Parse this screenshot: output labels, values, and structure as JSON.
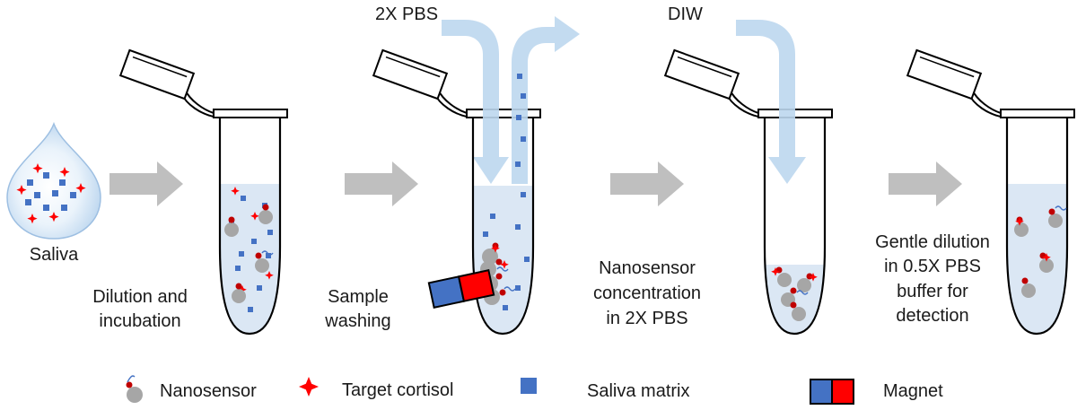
{
  "labels": {
    "saliva": "Saliva",
    "step1_line1": "Dilution and",
    "step1_line2": "incubation",
    "step2_line1": "Sample",
    "step2_line2": "washing",
    "step3_line1": "Nanosensor",
    "step3_line2": "concentration",
    "step3_line3": "in 2X PBS",
    "step4_line1": "Gentle dilution",
    "step4_line2": "in 0.5X PBS",
    "step4_line3": "buffer for",
    "step4_line4": "detection",
    "pbs_inlet": "2X PBS",
    "diw_inlet": "DIW"
  },
  "legend": {
    "nanosensor": "Nanosensor",
    "cortisol": "Target cortisol",
    "matrix": "Saliva matrix",
    "magnet": "Magnet"
  },
  "colors": {
    "liquid": "#dbe7f4",
    "flow_arrow": "#bdd7ee",
    "step_arrow": "#bfbfbf",
    "matrix": "#4472c4",
    "cortisol": "#ff0000",
    "particle": "#a6a6a6",
    "antibody": "#c00000",
    "magnet_blue": "#4472c4",
    "magnet_red": "#ff0000"
  }
}
